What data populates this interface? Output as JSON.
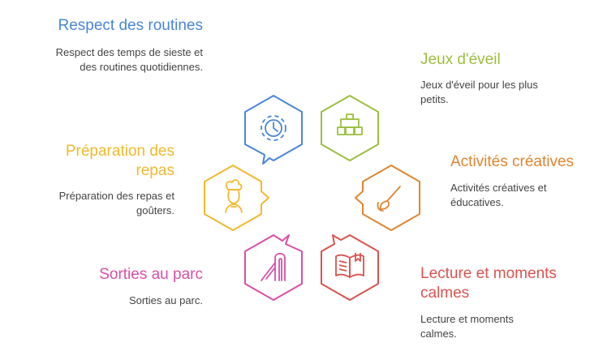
{
  "colors": {
    "blue": "#4A86D9",
    "green": "#9CBF3F",
    "orange": "#E0852E",
    "red": "#D9534F",
    "pink": "#D94FA6",
    "yellow": "#F0B92C"
  },
  "items": [
    {
      "key": "routines",
      "title": "Respect des routines",
      "desc": "Respect des temps de sieste et des routines quotidiennes.",
      "icon": "clock-icon",
      "color": "#4A86D9"
    },
    {
      "key": "eveil",
      "title": "Jeux d'éveil",
      "desc": "Jeux d'éveil pour les plus petits.",
      "icon": "toy-blocks-icon",
      "color": "#9CBF3F"
    },
    {
      "key": "creatives",
      "title": "Activités créatives",
      "desc": "Activités créatives et éducatives.",
      "icon": "paintbrush-icon",
      "color": "#E0852E"
    },
    {
      "key": "lecture",
      "title": "Lecture et moments calmes",
      "desc": "Lecture et moments calmes.",
      "icon": "open-book-icon",
      "color": "#D9534F"
    },
    {
      "key": "parc",
      "title": "Sorties au parc",
      "desc": "Sorties au parc.",
      "icon": "slide-icon",
      "color": "#D94FA6"
    },
    {
      "key": "repas",
      "title": "Préparation des repas",
      "desc": "Préparation des repas et goûters.",
      "icon": "chef-icon",
      "color": "#F0B92C"
    }
  ]
}
